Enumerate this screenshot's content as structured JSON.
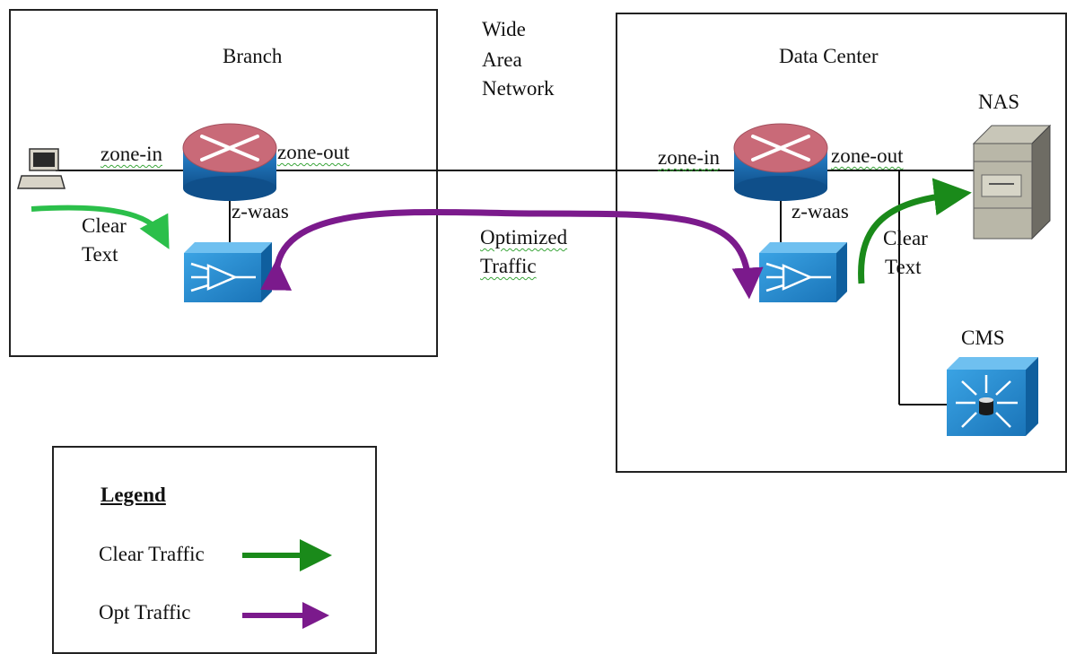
{
  "diagram": {
    "branch": {
      "title": "Branch",
      "zone_in": "zone-in",
      "zone_out": "zone-out",
      "z_waas": "z-waas",
      "clear_text_line1": "Clear",
      "clear_text_line2": "Text"
    },
    "wan": {
      "line1": "Wide",
      "line2": "Area",
      "line3": "Network",
      "optimized_line1": "Optimized",
      "optimized_line2": "Traffic"
    },
    "data_center": {
      "title": "Data Center",
      "zone_in": "zone-in",
      "zone_out": "zone-out",
      "z_waas": "z-waas",
      "clear_text_line1": "Clear",
      "clear_text_line2": "Text",
      "nas_label": "NAS",
      "cms_label": "CMS"
    },
    "legend": {
      "title": "Legend",
      "clear_traffic": "Clear Traffic",
      "opt_traffic": "Opt Traffic"
    },
    "colors": {
      "clear_arrow": "#1a8a1a",
      "clear_arrow_light": "#2bbf4a",
      "opt_arrow": "#7b1a8c",
      "router_top": "#c96a78",
      "router_body": "#1c6fb5",
      "device_blue": "#2a8fd6"
    },
    "icons": [
      "workstation-icon",
      "router-icon",
      "waas-appliance-icon",
      "nas-server-icon",
      "cms-switch-icon"
    ]
  }
}
